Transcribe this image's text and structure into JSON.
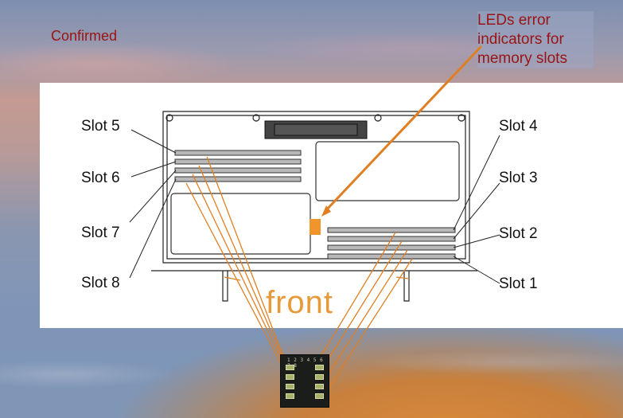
{
  "captions": {
    "status": "Confirmed",
    "led_note_lines": [
      "LEDs error",
      "indicators for",
      "memory slots"
    ],
    "front": "front"
  },
  "slots": {
    "left": [
      "Slot 5",
      "Slot 6",
      "Slot 7",
      "Slot 8"
    ],
    "right": [
      "Slot 4",
      "Slot 3",
      "Slot 2",
      "Slot 1"
    ]
  },
  "led_board_legend": "1 2 3 4   5 6 7 8",
  "colors": {
    "caption_text": "#9a1414",
    "accent_orange": "#e07f22",
    "front_text": "#e79a3a"
  }
}
